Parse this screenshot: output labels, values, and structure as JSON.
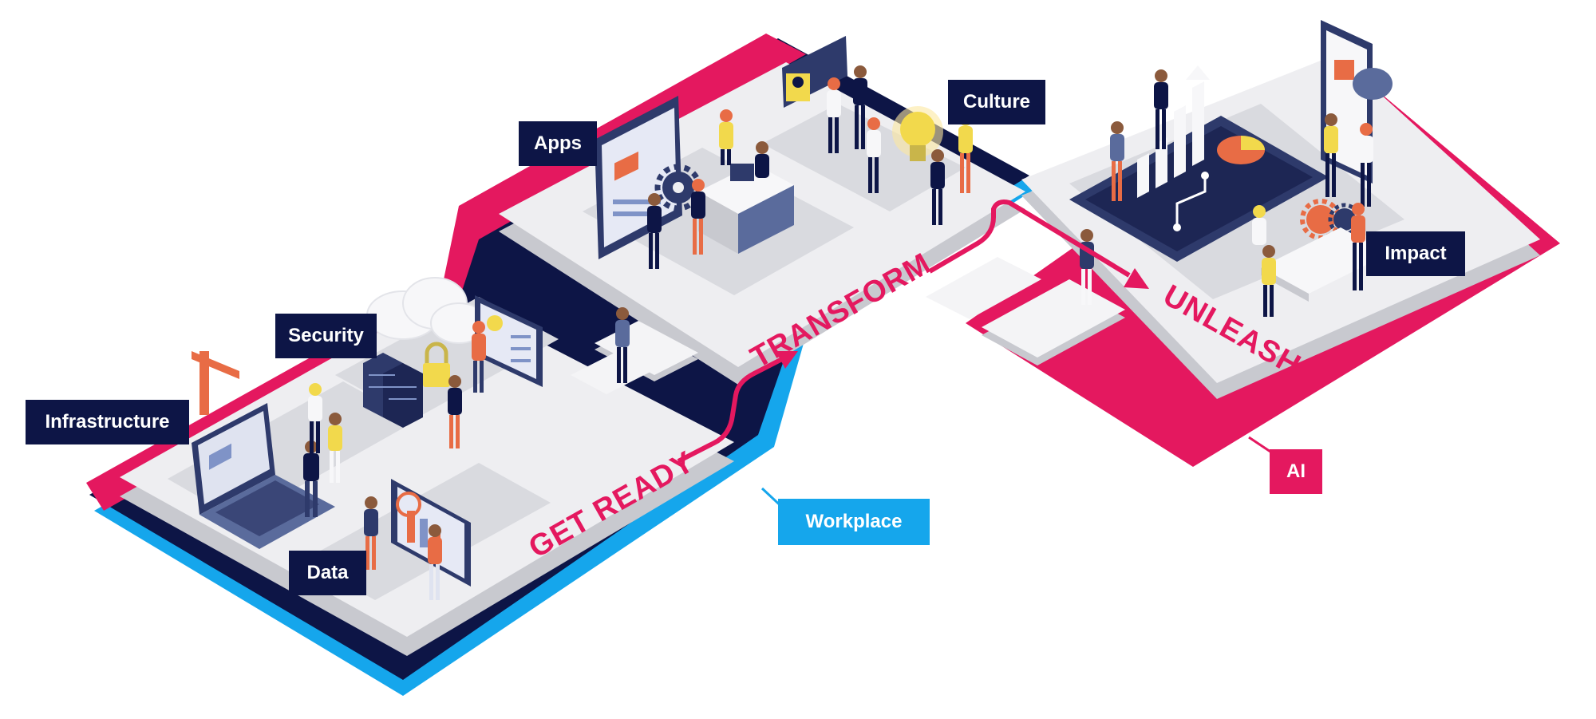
{
  "labels": {
    "infrastructure": "Infrastructure",
    "security": "Security",
    "data": "Data",
    "apps": "Apps",
    "culture": "Culture",
    "impact": "Impact",
    "workplace": "Workplace",
    "ai": "AI"
  },
  "stages": {
    "get_ready": "GET READY",
    "transform": "TRANSFORM",
    "unleash": "UNLEASH"
  },
  "colors": {
    "navy": "#0d1546",
    "pink": "#e4185f",
    "blue": "#15a6ec",
    "platform": "#eeeef1",
    "zone": "#d9dadf"
  },
  "icons": [
    "laptop-icon",
    "crane-icon",
    "cloud-icon",
    "server-icon",
    "padlock-icon",
    "data-board-icon",
    "gear-icon",
    "lightbulb-icon",
    "tablet-icon",
    "bar-chart-icon",
    "pie-chart-icon",
    "smartphone-icon",
    "person-icon"
  ]
}
